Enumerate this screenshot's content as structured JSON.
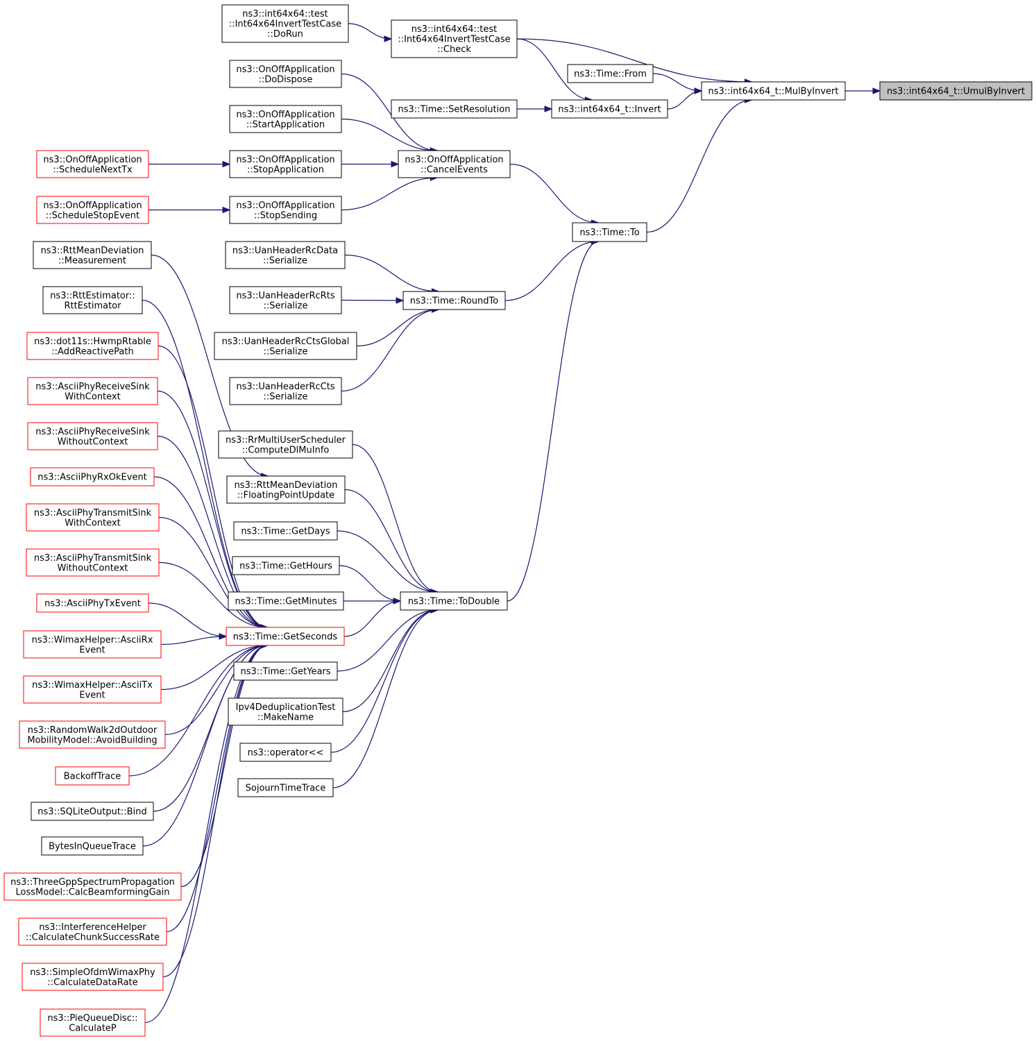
{
  "colors": {
    "edge": "#191970",
    "node_border": "#000000",
    "node_border_truncated": "#ff0000",
    "highlight_fill": "#bfbfbf"
  },
  "nodes": [
    {
      "id": "umul",
      "lines": [
        "ns3::int64x64_t::UmulByInvert"
      ],
      "style": "highlight"
    },
    {
      "id": "mulbyinvert",
      "lines": [
        "ns3::int64x64_t::MulByInvert"
      ],
      "style": "normal"
    },
    {
      "id": "check",
      "lines": [
        "ns3::int64x64::test",
        "::Int64x64InvertTestCase",
        "::Check"
      ],
      "style": "normal"
    },
    {
      "id": "dorun",
      "lines": [
        "ns3::int64x64::test",
        "::Int64x64InvertTestCase",
        "::DoRun"
      ],
      "style": "normal"
    },
    {
      "id": "from",
      "lines": [
        "ns3::Time::From"
      ],
      "style": "normal"
    },
    {
      "id": "invert",
      "lines": [
        "ns3::int64x64_t::Invert"
      ],
      "style": "normal"
    },
    {
      "id": "setres",
      "lines": [
        "ns3::Time::SetResolution"
      ],
      "style": "normal"
    },
    {
      "id": "to",
      "lines": [
        "ns3::Time::To"
      ],
      "style": "normal"
    },
    {
      "id": "cancel",
      "lines": [
        "ns3::OnOffApplication",
        "::CancelEvents"
      ],
      "style": "normal"
    },
    {
      "id": "dodispose",
      "lines": [
        "ns3::OnOffApplication",
        "::DoDispose"
      ],
      "style": "normal"
    },
    {
      "id": "startapp",
      "lines": [
        "ns3::OnOffApplication",
        "::StartApplication"
      ],
      "style": "normal"
    },
    {
      "id": "stopapp",
      "lines": [
        "ns3::OnOffApplication",
        "::StopApplication"
      ],
      "style": "normal"
    },
    {
      "id": "stopsend",
      "lines": [
        "ns3::OnOffApplication",
        "::StopSending"
      ],
      "style": "normal"
    },
    {
      "id": "schednext",
      "lines": [
        "ns3::OnOffApplication",
        "::ScheduleNextTx"
      ],
      "style": "truncated"
    },
    {
      "id": "schedstop",
      "lines": [
        "ns3::OnOffApplication",
        "::ScheduleStopEvent"
      ],
      "style": "truncated"
    },
    {
      "id": "roundto",
      "lines": [
        "ns3::Time::RoundTo"
      ],
      "style": "normal"
    },
    {
      "id": "rcdata",
      "lines": [
        "ns3::UanHeaderRcData",
        "::Serialize"
      ],
      "style": "normal"
    },
    {
      "id": "rcrts",
      "lines": [
        "ns3::UanHeaderRcRts",
        "::Serialize"
      ],
      "style": "normal"
    },
    {
      "id": "rcctsg",
      "lines": [
        "ns3::UanHeaderRcCtsGlobal",
        "::Serialize"
      ],
      "style": "normal"
    },
    {
      "id": "rccts",
      "lines": [
        "ns3::UanHeaderRcCts",
        "::Serialize"
      ],
      "style": "normal"
    },
    {
      "id": "todouble",
      "lines": [
        "ns3::Time::ToDouble"
      ],
      "style": "normal"
    },
    {
      "id": "rrmu",
      "lines": [
        "ns3::RrMultiUserScheduler",
        "::ComputeDlMuInfo"
      ],
      "style": "normal"
    },
    {
      "id": "fpu",
      "lines": [
        "ns3::RttMeanDeviation",
        "::FloatingPointUpdate"
      ],
      "style": "normal"
    },
    {
      "id": "getdays",
      "lines": [
        "ns3::Time::GetDays"
      ],
      "style": "normal"
    },
    {
      "id": "gethours",
      "lines": [
        "ns3::Time::GetHours"
      ],
      "style": "normal"
    },
    {
      "id": "getminutes",
      "lines": [
        "ns3::Time::GetMinutes"
      ],
      "style": "normal"
    },
    {
      "id": "getseconds",
      "lines": [
        "ns3::Time::GetSeconds"
      ],
      "style": "truncated"
    },
    {
      "id": "getyears",
      "lines": [
        "ns3::Time::GetYears"
      ],
      "style": "normal"
    },
    {
      "id": "ipv4dedup",
      "lines": [
        "Ipv4DeduplicationTest",
        "::MakeName"
      ],
      "style": "normal"
    },
    {
      "id": "opstream",
      "lines": [
        "ns3::operator<<"
      ],
      "style": "normal"
    },
    {
      "id": "sojourn",
      "lines": [
        "SojournTimeTrace"
      ],
      "style": "normal"
    },
    {
      "id": "rttmeas",
      "lines": [
        "ns3::RttMeanDeviation",
        "::Measurement"
      ],
      "style": "normal"
    },
    {
      "id": "rttest",
      "lines": [
        "ns3::RttEstimator::",
        "RttEstimator"
      ],
      "style": "normal"
    },
    {
      "id": "hwmp",
      "lines": [
        "ns3::dot11s::HwmpRtable",
        "::AddReactivePath"
      ],
      "style": "truncated"
    },
    {
      "id": "recvwith",
      "lines": [
        "ns3::AsciiPhyReceiveSink",
        "WithContext"
      ],
      "style": "truncated"
    },
    {
      "id": "recvwithout",
      "lines": [
        "ns3::AsciiPhyReceiveSink",
        "WithoutContext"
      ],
      "style": "truncated"
    },
    {
      "id": "rxok",
      "lines": [
        "ns3::AsciiPhyRxOkEvent"
      ],
      "style": "truncated"
    },
    {
      "id": "txwith",
      "lines": [
        "ns3::AsciiPhyTransmitSink",
        "WithContext"
      ],
      "style": "truncated"
    },
    {
      "id": "txwithout",
      "lines": [
        "ns3::AsciiPhyTransmitSink",
        "WithoutContext"
      ],
      "style": "truncated"
    },
    {
      "id": "txevent",
      "lines": [
        "ns3::AsciiPhyTxEvent"
      ],
      "style": "truncated"
    },
    {
      "id": "wimaxrx",
      "lines": [
        "ns3::WimaxHelper::AsciiRx",
        "Event"
      ],
      "style": "truncated"
    },
    {
      "id": "wimaxtx",
      "lines": [
        "ns3::WimaxHelper::AsciiTx",
        "Event"
      ],
      "style": "truncated"
    },
    {
      "id": "rw2d",
      "lines": [
        "ns3::RandomWalk2dOutdoor",
        "MobilityModel::AvoidBuilding"
      ],
      "style": "truncated"
    },
    {
      "id": "backoff",
      "lines": [
        "BackoffTrace"
      ],
      "style": "truncated"
    },
    {
      "id": "sqlite",
      "lines": [
        "ns3::SQLiteOutput::Bind"
      ],
      "style": "normal"
    },
    {
      "id": "bytesq",
      "lines": [
        "BytesInQueueTrace"
      ],
      "style": "normal"
    },
    {
      "id": "threegpp",
      "lines": [
        "ns3::ThreeGppSpectrumPropagation",
        "LossModel::CalcBeamformingGain"
      ],
      "style": "truncated"
    },
    {
      "id": "interf",
      "lines": [
        "ns3::InterferenceHelper",
        "::CalculateChunkSuccessRate"
      ],
      "style": "truncated"
    },
    {
      "id": "ofdm",
      "lines": [
        "ns3::SimpleOfdmWimaxPhy",
        "::CalculateDataRate"
      ],
      "style": "truncated"
    },
    {
      "id": "pie",
      "lines": [
        "ns3::PieQueueDisc::",
        "CalculateP"
      ],
      "style": "truncated"
    }
  ],
  "edges": [
    {
      "from": "mulbyinvert",
      "to": "umul"
    },
    {
      "from": "check",
      "to": "mulbyinvert"
    },
    {
      "from": "from",
      "to": "mulbyinvert"
    },
    {
      "from": "invert",
      "to": "mulbyinvert"
    },
    {
      "from": "to",
      "to": "mulbyinvert"
    },
    {
      "from": "dorun",
      "to": "check"
    },
    {
      "from": "check",
      "to": "invert"
    },
    {
      "from": "setres",
      "to": "invert"
    },
    {
      "from": "cancel",
      "to": "to"
    },
    {
      "from": "roundto",
      "to": "to"
    },
    {
      "from": "todouble",
      "to": "to"
    },
    {
      "from": "dodispose",
      "to": "cancel"
    },
    {
      "from": "startapp",
      "to": "cancel"
    },
    {
      "from": "stopapp",
      "to": "cancel"
    },
    {
      "from": "stopsend",
      "to": "cancel"
    },
    {
      "from": "schednext",
      "to": "stopapp"
    },
    {
      "from": "schedstop",
      "to": "stopsend"
    },
    {
      "from": "rcdata",
      "to": "roundto"
    },
    {
      "from": "rcrts",
      "to": "roundto"
    },
    {
      "from": "rcctsg",
      "to": "roundto"
    },
    {
      "from": "rccts",
      "to": "roundto"
    },
    {
      "from": "rrmu",
      "to": "todouble"
    },
    {
      "from": "fpu",
      "to": "todouble"
    },
    {
      "from": "getdays",
      "to": "todouble"
    },
    {
      "from": "gethours",
      "to": "todouble"
    },
    {
      "from": "getminutes",
      "to": "todouble"
    },
    {
      "from": "getseconds",
      "to": "todouble"
    },
    {
      "from": "getyears",
      "to": "todouble"
    },
    {
      "from": "ipv4dedup",
      "to": "todouble"
    },
    {
      "from": "opstream",
      "to": "todouble"
    },
    {
      "from": "sojourn",
      "to": "todouble"
    },
    {
      "from": "rttmeas",
      "to": "fpu"
    },
    {
      "from": "rttest",
      "to": "getseconds"
    },
    {
      "from": "hwmp",
      "to": "getseconds"
    },
    {
      "from": "recvwith",
      "to": "getseconds"
    },
    {
      "from": "recvwithout",
      "to": "getseconds"
    },
    {
      "from": "rxok",
      "to": "getseconds"
    },
    {
      "from": "txwith",
      "to": "getseconds"
    },
    {
      "from": "txwithout",
      "to": "getseconds"
    },
    {
      "from": "txevent",
      "to": "getseconds"
    },
    {
      "from": "wimaxrx",
      "to": "getseconds"
    },
    {
      "from": "wimaxtx",
      "to": "getseconds"
    },
    {
      "from": "rw2d",
      "to": "getseconds"
    },
    {
      "from": "backoff",
      "to": "getseconds"
    },
    {
      "from": "sqlite",
      "to": "getseconds"
    },
    {
      "from": "bytesq",
      "to": "getseconds"
    },
    {
      "from": "threegpp",
      "to": "getseconds"
    },
    {
      "from": "interf",
      "to": "getseconds"
    },
    {
      "from": "ofdm",
      "to": "getseconds"
    },
    {
      "from": "pie",
      "to": "getseconds"
    }
  ]
}
